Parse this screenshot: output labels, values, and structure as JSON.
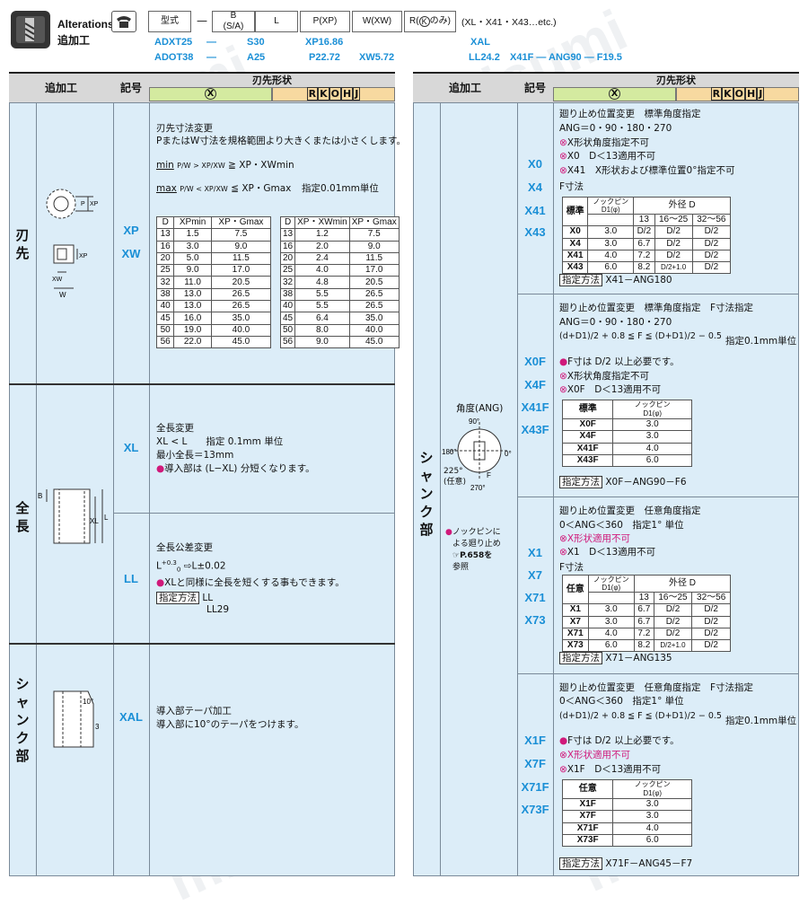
{
  "header": {
    "title_en": "Alterations",
    "title_jp": "追加工",
    "boxes": {
      "model": "型式",
      "dash": "—",
      "b": "B",
      "bsa": "(S/A)",
      "l": "L",
      "pxp": "P(XP)",
      "wxw": "W(XW)",
      "rk": "R(",
      "rk_k": "K",
      "rk_tail": "のみ)",
      "etc": "(XL・X41・X43…etc.)"
    },
    "row1": {
      "model": "ADXT25",
      "dash": "—",
      "b": "S30",
      "p": "XP16.86",
      "xal": "XAL"
    },
    "row2": {
      "model": "ADOT38",
      "dash": "—",
      "b": "A25",
      "p": "P22.72",
      "w": "XW5.72",
      "ll": "LL24.2",
      "x41f": "X41F — ANG90 — F19.5"
    }
  },
  "left": {
    "h_alter": "追加工",
    "h_symbol": "記号",
    "h_shape": "刃先形状",
    "h_x": "X",
    "h_rkohj": [
      "R",
      "K",
      "O",
      "H",
      "J"
    ],
    "sec_hasaki": "刃先",
    "sec_zencho": "全長",
    "sec_shank": "シャンク部",
    "code_xp": "XP",
    "code_xw": "XW",
    "code_xl": "XL",
    "code_ll": "LL",
    "code_xal": "XAL",
    "xp": {
      "t1": "刃先寸法変更",
      "t2": "PまたはW寸法を規格範囲より大きくまたは小さくします。",
      "min": "min",
      "max": "max",
      "f1": "≧ XP・XWmin",
      "f2": "≦ XP・Gmax",
      "unit": "指定0.01mm単位",
      "tbl1_head": [
        "D",
        "XPmin",
        "XP・Gmax"
      ],
      "tbl1": [
        [
          "13",
          "1.5",
          "7.5"
        ],
        [
          "16",
          "3.0",
          "9.0"
        ],
        [
          "20",
          "5.0",
          "11.5"
        ],
        [
          "25",
          "9.0",
          "17.0"
        ],
        [
          "32",
          "11.0",
          "20.5"
        ],
        [
          "38",
          "13.0",
          "26.5"
        ],
        [
          "40",
          "13.0",
          "26.5"
        ],
        [
          "45",
          "16.0",
          "35.0"
        ],
        [
          "50",
          "19.0",
          "40.0"
        ],
        [
          "56",
          "22.0",
          "45.0"
        ]
      ],
      "tbl2_head": [
        "D",
        "XP・XWmin",
        "XP・Gmax"
      ],
      "tbl2": [
        [
          "13",
          "1.2",
          "7.5"
        ],
        [
          "16",
          "2.0",
          "9.0"
        ],
        [
          "20",
          "2.4",
          "11.5"
        ],
        [
          "25",
          "4.0",
          "17.0"
        ],
        [
          "32",
          "4.8",
          "20.5"
        ],
        [
          "38",
          "5.5",
          "26.5"
        ],
        [
          "40",
          "5.5",
          "26.5"
        ],
        [
          "45",
          "6.4",
          "35.0"
        ],
        [
          "50",
          "8.0",
          "40.0"
        ],
        [
          "56",
          "9.0",
          "45.0"
        ]
      ]
    },
    "xl": {
      "t1": "全長変更",
      "t2": "XL < L　　指定 0.1mm 単位",
      "t3": "最小全長＝13mm",
      "t4": "導入部は (L−XL) 分短くなります。"
    },
    "ll": {
      "t1": "全長公差変更",
      "t2": "⇨L±0.02",
      "t3": "XLと同様に全長を短くする事もできます。",
      "spec": "指定方法",
      "ex1": "LL",
      "ex2": "LL29"
    },
    "xal": {
      "t1": "導入部テーパ加工",
      "t2": "導入部に10°のテーパをつけます。"
    }
  },
  "right": {
    "h_alter": "追加工",
    "h_symbol": "記号",
    "h_shape": "刃先形状",
    "h_x": "X",
    "sec_shank": "シャンク部",
    "ang_label": "角度(ANG)",
    "note1": "ノックピンに",
    "note2": "よる廻り止め",
    "note3": "P.658を",
    "note4": "参照",
    "codes1": [
      "X0",
      "X4",
      "X41",
      "X43"
    ],
    "codes2": [
      "X0F",
      "X4F",
      "X41F",
      "X43F"
    ],
    "codes3": [
      "X1",
      "X7",
      "X71",
      "X73"
    ],
    "codes4": [
      "X1F",
      "X7F",
      "X71F",
      "X73F"
    ],
    "b1": {
      "t1": "廻り止め位置変更　標準角度指定",
      "t2": "ANG＝0・90・180・270",
      "n1": "X形状角度指定不可",
      "n2": "X0　D＜13適用不可",
      "n3": "X41　X形状および標準位置0°指定不可",
      "t3": "F寸法",
      "spec": "指定方法",
      "ex": "X41－ANG180"
    },
    "b2": {
      "t1": "廻り止め位置変更　標準角度指定　F寸法指定",
      "t2": "ANG＝0・90・180・270",
      "unit": "指定0.1mm単位",
      "n0": "F寸は D/2 以上必要です。",
      "n1": "X形状角度指定不可",
      "n2": "X0F　D＜13適用不可",
      "spec": "指定方法",
      "ex": "X0F－ANG90－F6"
    },
    "b3": {
      "t1": "廻り止め位置変更　任意角度指定",
      "t2": "0＜ANG＜360　指定1° 単位",
      "n1": "X形状適用不可",
      "n2": "X1　D＜13適用不可",
      "t3": "F寸法",
      "spec": "指定方法",
      "ex": "X71－ANG135"
    },
    "b4": {
      "t1": "廻り止め位置変更　任意角度指定　F寸法指定",
      "t2": "0＜ANG＜360　指定1° 単位",
      "unit": "指定0.1mm単位",
      "n0": "F寸は D/2 以上必要です。",
      "n1": "X形状適用不可",
      "n2": "X1F　D＜13適用不可",
      "spec": "指定方法",
      "ex": "X71F－ANG45－F7"
    },
    "ftbl": {
      "knock": "ノックピン",
      "d1": "D1(φ)",
      "od": "外径 D",
      "c13": "13",
      "c16": "16〜25",
      "c32": "32〜56",
      "std": "標準",
      "any": "任意"
    },
    "tblA": [
      [
        "X0",
        "3.0",
        "D/2",
        "D/2",
        "D/2"
      ],
      [
        "X4",
        "3.0",
        "6.7",
        "D/2",
        "D/2"
      ],
      [
        "X41",
        "4.0",
        "7.2",
        "D/2",
        "D/2"
      ],
      [
        "X43",
        "6.0",
        "8.2",
        "D/2+1.0",
        "D/2"
      ]
    ],
    "tblB": [
      [
        "X0F",
        "3.0"
      ],
      [
        "X4F",
        "3.0"
      ],
      [
        "X41F",
        "4.0"
      ],
      [
        "X43F",
        "6.0"
      ]
    ],
    "tblC": [
      [
        "X1",
        "3.0",
        "6.7",
        "D/2",
        "D/2"
      ],
      [
        "X7",
        "3.0",
        "6.7",
        "D/2",
        "D/2"
      ],
      [
        "X71",
        "4.0",
        "7.2",
        "D/2",
        "D/2"
      ],
      [
        "X73",
        "6.0",
        "8.2",
        "D/2+1.0",
        "D/2"
      ]
    ],
    "tblD": [
      [
        "X1F",
        "3.0"
      ],
      [
        "X7F",
        "3.0"
      ],
      [
        "X71F",
        "4.0"
      ],
      [
        "X73F",
        "6.0"
      ]
    ]
  },
  "watermark": "misumi"
}
